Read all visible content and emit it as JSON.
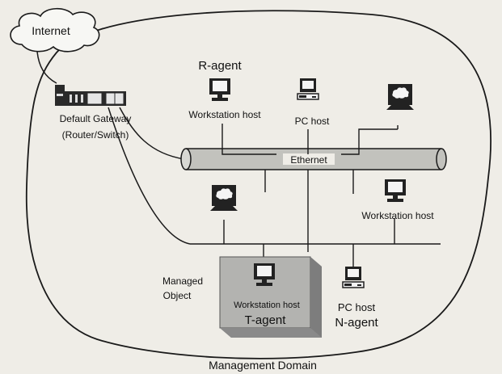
{
  "labels": {
    "internet": "Internet",
    "gateway_line1": "Default Gateway",
    "gateway_line2": "(Router/Switch)",
    "r_agent": "R-agent",
    "workstation_host_top": "Workstation host",
    "pc_host_top": "PC host",
    "ethernet": "Ethernet",
    "workstation_host_right": "Workstation host",
    "managed_object_line1": "Managed",
    "managed_object_line2": "Object",
    "workstation_host_box": "Workstation host",
    "t_agent": "T-agent",
    "pc_host_bottom": "PC host",
    "n_agent": "N-agent",
    "management_domain": "Management Domain"
  },
  "icons": {
    "workstation": "workstation-monitor-icon",
    "pc": "pc-desktop-icon",
    "cloud_terminal": "terminal-with-cloud-screen-icon",
    "router": "router-switch-icon",
    "cloud": "internet-cloud"
  },
  "colors": {
    "background": "#efede7",
    "line": "#1a1a1a",
    "managed_box": "#a9a9a9",
    "managed_box_dark": "#8c8c8c"
  }
}
